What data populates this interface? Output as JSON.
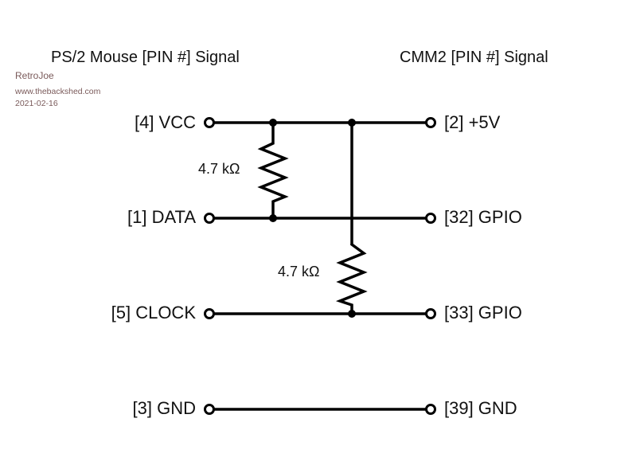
{
  "headers": {
    "left": "PS/2 Mouse [PIN #] Signal",
    "right": "CMM2 [PIN #] Signal"
  },
  "credits": {
    "author": "RetroJoe",
    "website": "www.thebackshed.com",
    "date": "2021-02-16"
  },
  "left_pins": [
    {
      "label": "[4] VCC"
    },
    {
      "label": "[1] DATA"
    },
    {
      "label": "[5] CLOCK"
    },
    {
      "label": "[3] GND"
    }
  ],
  "right_pins": [
    {
      "label": "[2] +5V"
    },
    {
      "label": "[32] GPIO"
    },
    {
      "label": "[33] GPIO"
    },
    {
      "label": "[39] GND"
    }
  ],
  "resistors": [
    {
      "value": "4.7 kΩ",
      "between": "VCC-DATA"
    },
    {
      "value": "4.7 kΩ",
      "between": "VCC-CLOCK"
    }
  ],
  "colors": {
    "wire": "#000000",
    "credit_text": "#7a5a5a"
  }
}
